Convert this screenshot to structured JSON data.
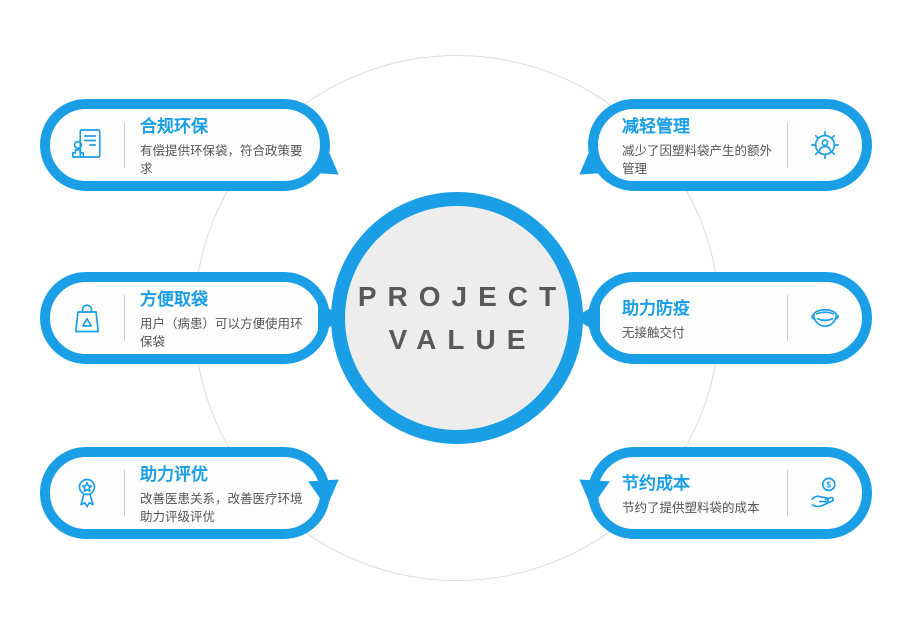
{
  "center": {
    "line1": "PROJECT",
    "line2": "VALUE"
  },
  "colors": {
    "accent": "#1A9EE5",
    "title_text": "#1A9EE5",
    "body_text": "#555555",
    "center_fill": "#EDEDED",
    "ring_stroke": "#DCDCDC"
  },
  "cards": [
    {
      "id": "compliance",
      "side": "left",
      "icon": "stamp-document-icon",
      "title": "合规环保",
      "desc": "有偿提供环保袋，符合政策要求"
    },
    {
      "id": "convenient-bag",
      "side": "left",
      "icon": "eco-bag-icon",
      "title": "方便取袋",
      "desc": "用户（病患）可以方便使用环保袋"
    },
    {
      "id": "rating",
      "side": "left",
      "icon": "award-medal-icon",
      "title": "助力评优",
      "desc": "改善医患关系，改善医疗环境助力评级评优"
    },
    {
      "id": "management",
      "side": "right",
      "icon": "gear-user-icon",
      "title": "减轻管理",
      "desc": "减少了因塑料袋产生的额外管理"
    },
    {
      "id": "epidemic-prevention",
      "side": "right",
      "icon": "face-mask-icon",
      "title": "助力防疫",
      "desc": "无接触交付"
    },
    {
      "id": "cost-saving",
      "side": "right",
      "icon": "hand-coin-icon",
      "title": "节约成本",
      "desc": "节约了提供塑料袋的成本"
    }
  ]
}
